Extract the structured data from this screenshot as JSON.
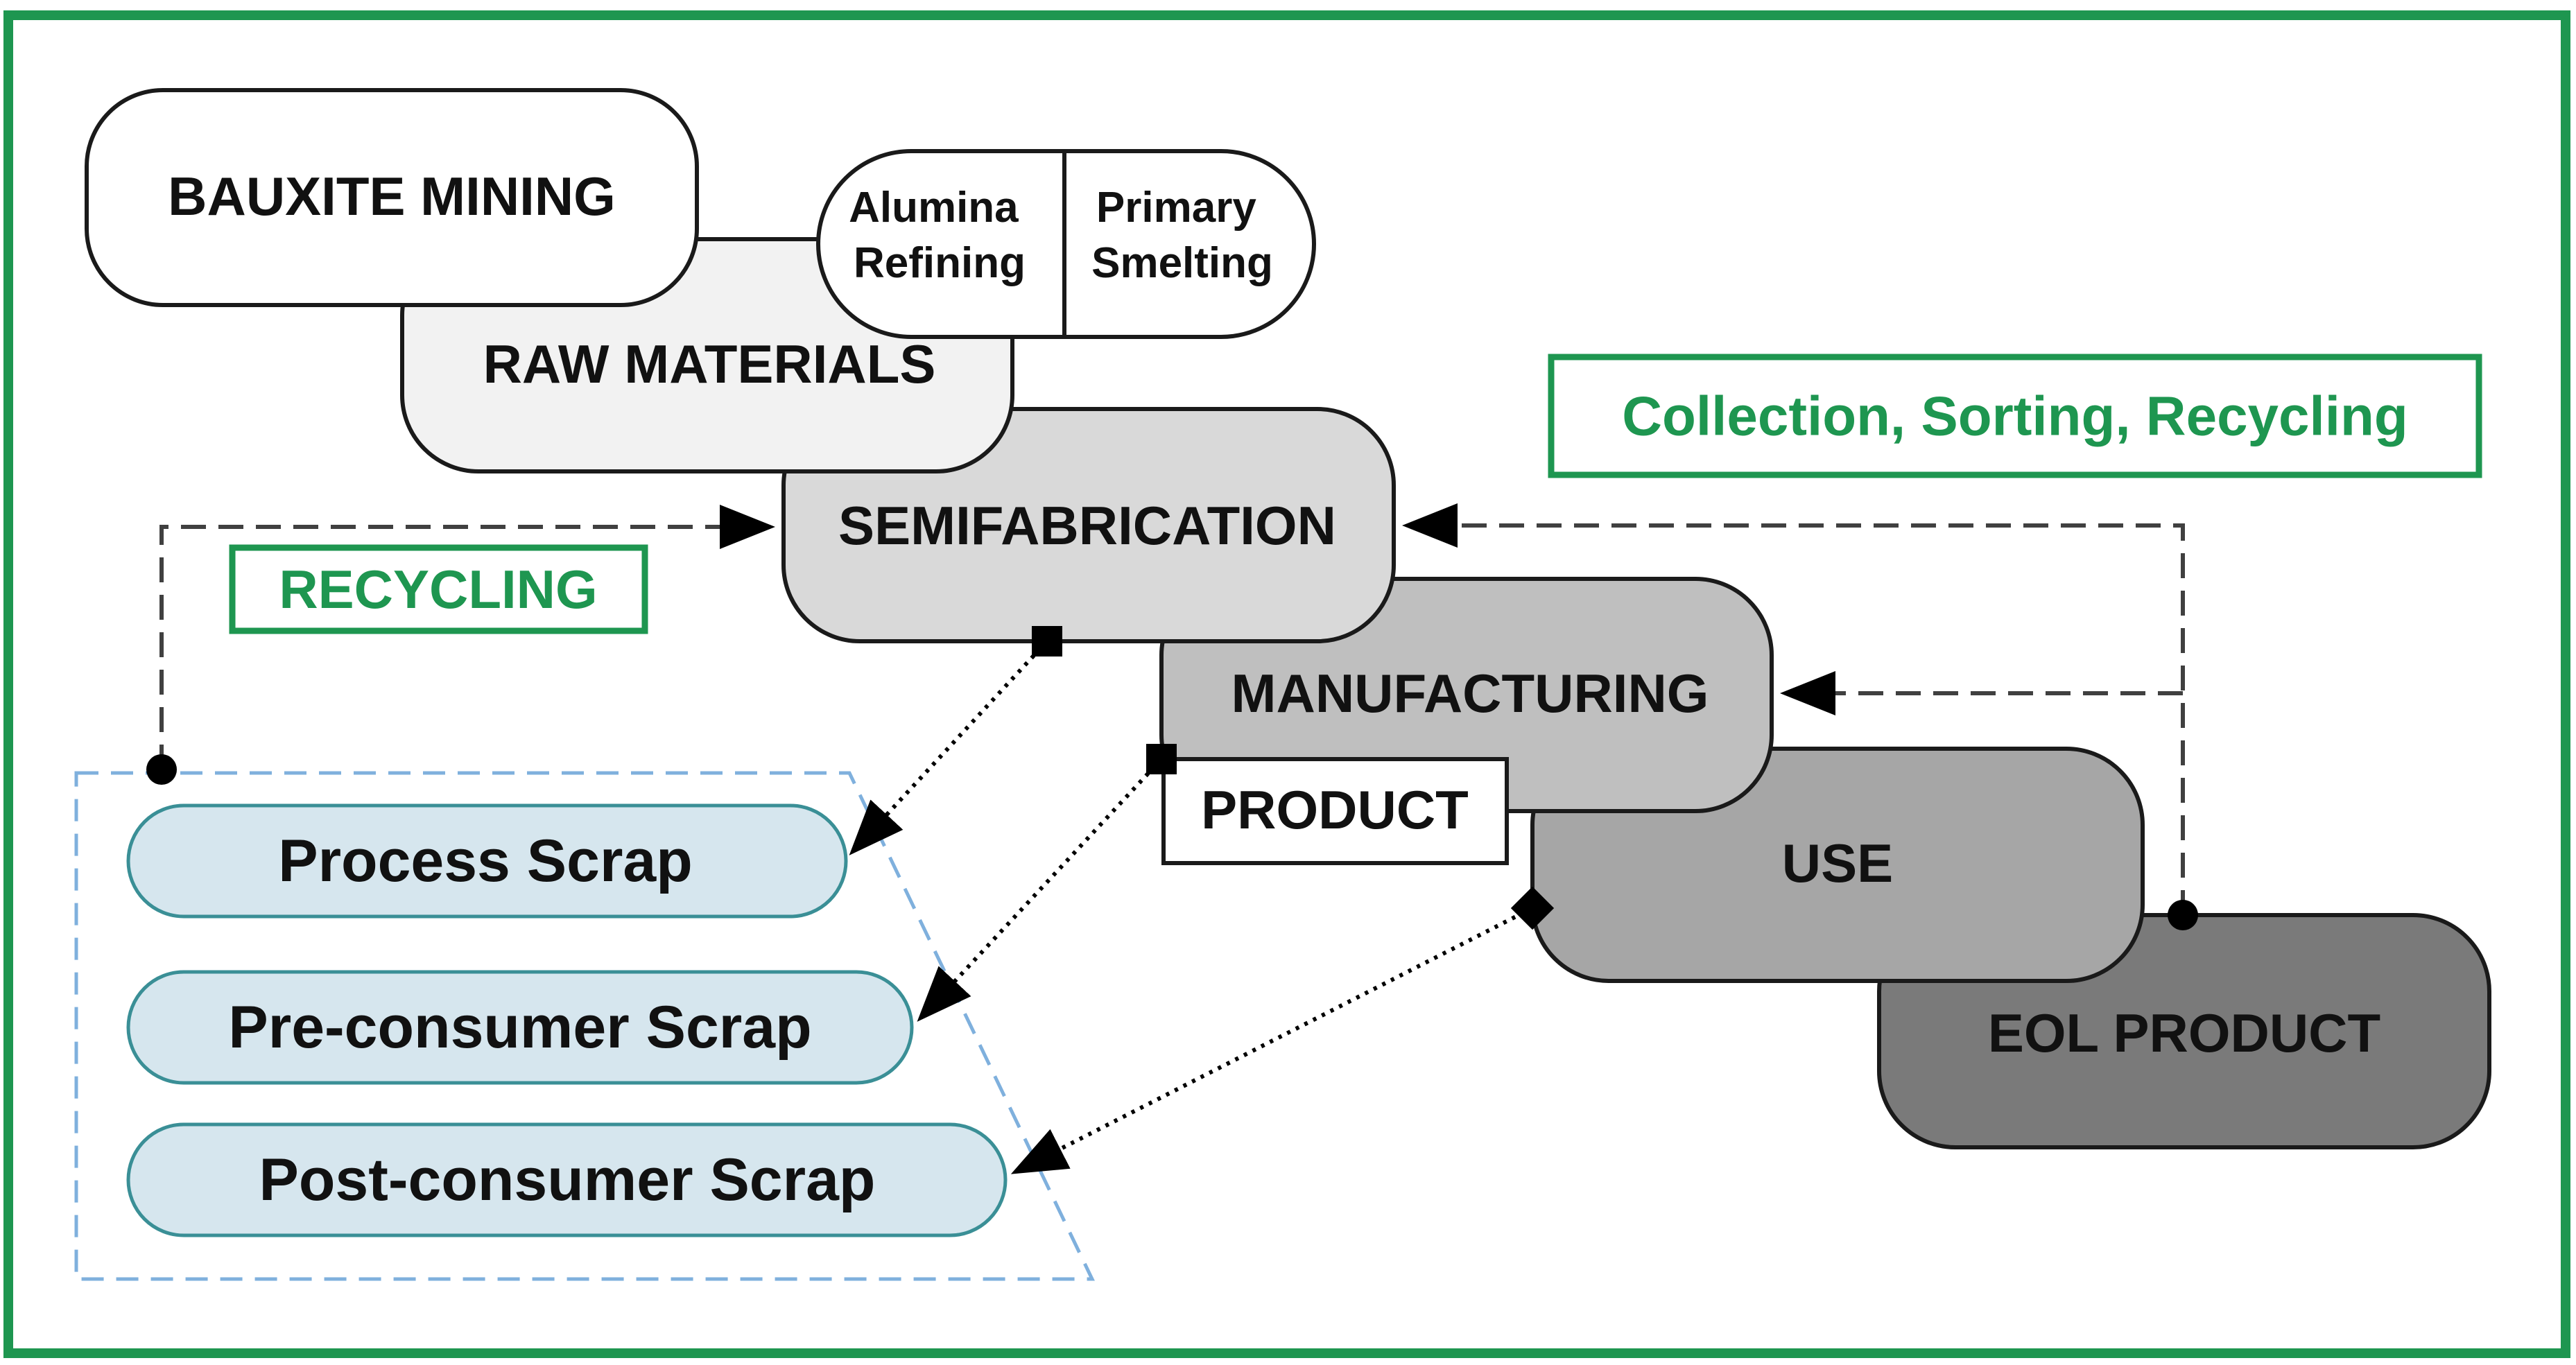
{
  "stages": {
    "bauxite_mining": "BAUXITE MINING",
    "alumina_refining": [
      "Alumina",
      "Refining"
    ],
    "primary_smelting": [
      "Primary",
      "Smelting"
    ],
    "raw_materials": "RAW MATERIALS",
    "semifabrication": "SEMIFABRICATION",
    "manufacturing": "MANUFACTURING",
    "product": "PRODUCT",
    "use": "USE",
    "eol_product": "EOL PRODUCT"
  },
  "scraps": {
    "process": "Process Scrap",
    "pre_consumer": "Pre-consumer Scrap",
    "post_consumer": "Post-consumer Scrap"
  },
  "labels": {
    "recycling": "RECYCLING",
    "collection": "Collection, Sorting, Recycling"
  },
  "colors": {
    "frame_green": "#1e9650",
    "scrap_fill": "#d6e6ee",
    "scrap_stroke": "#3a8f96",
    "dashed_region": "#7fb0dd"
  }
}
